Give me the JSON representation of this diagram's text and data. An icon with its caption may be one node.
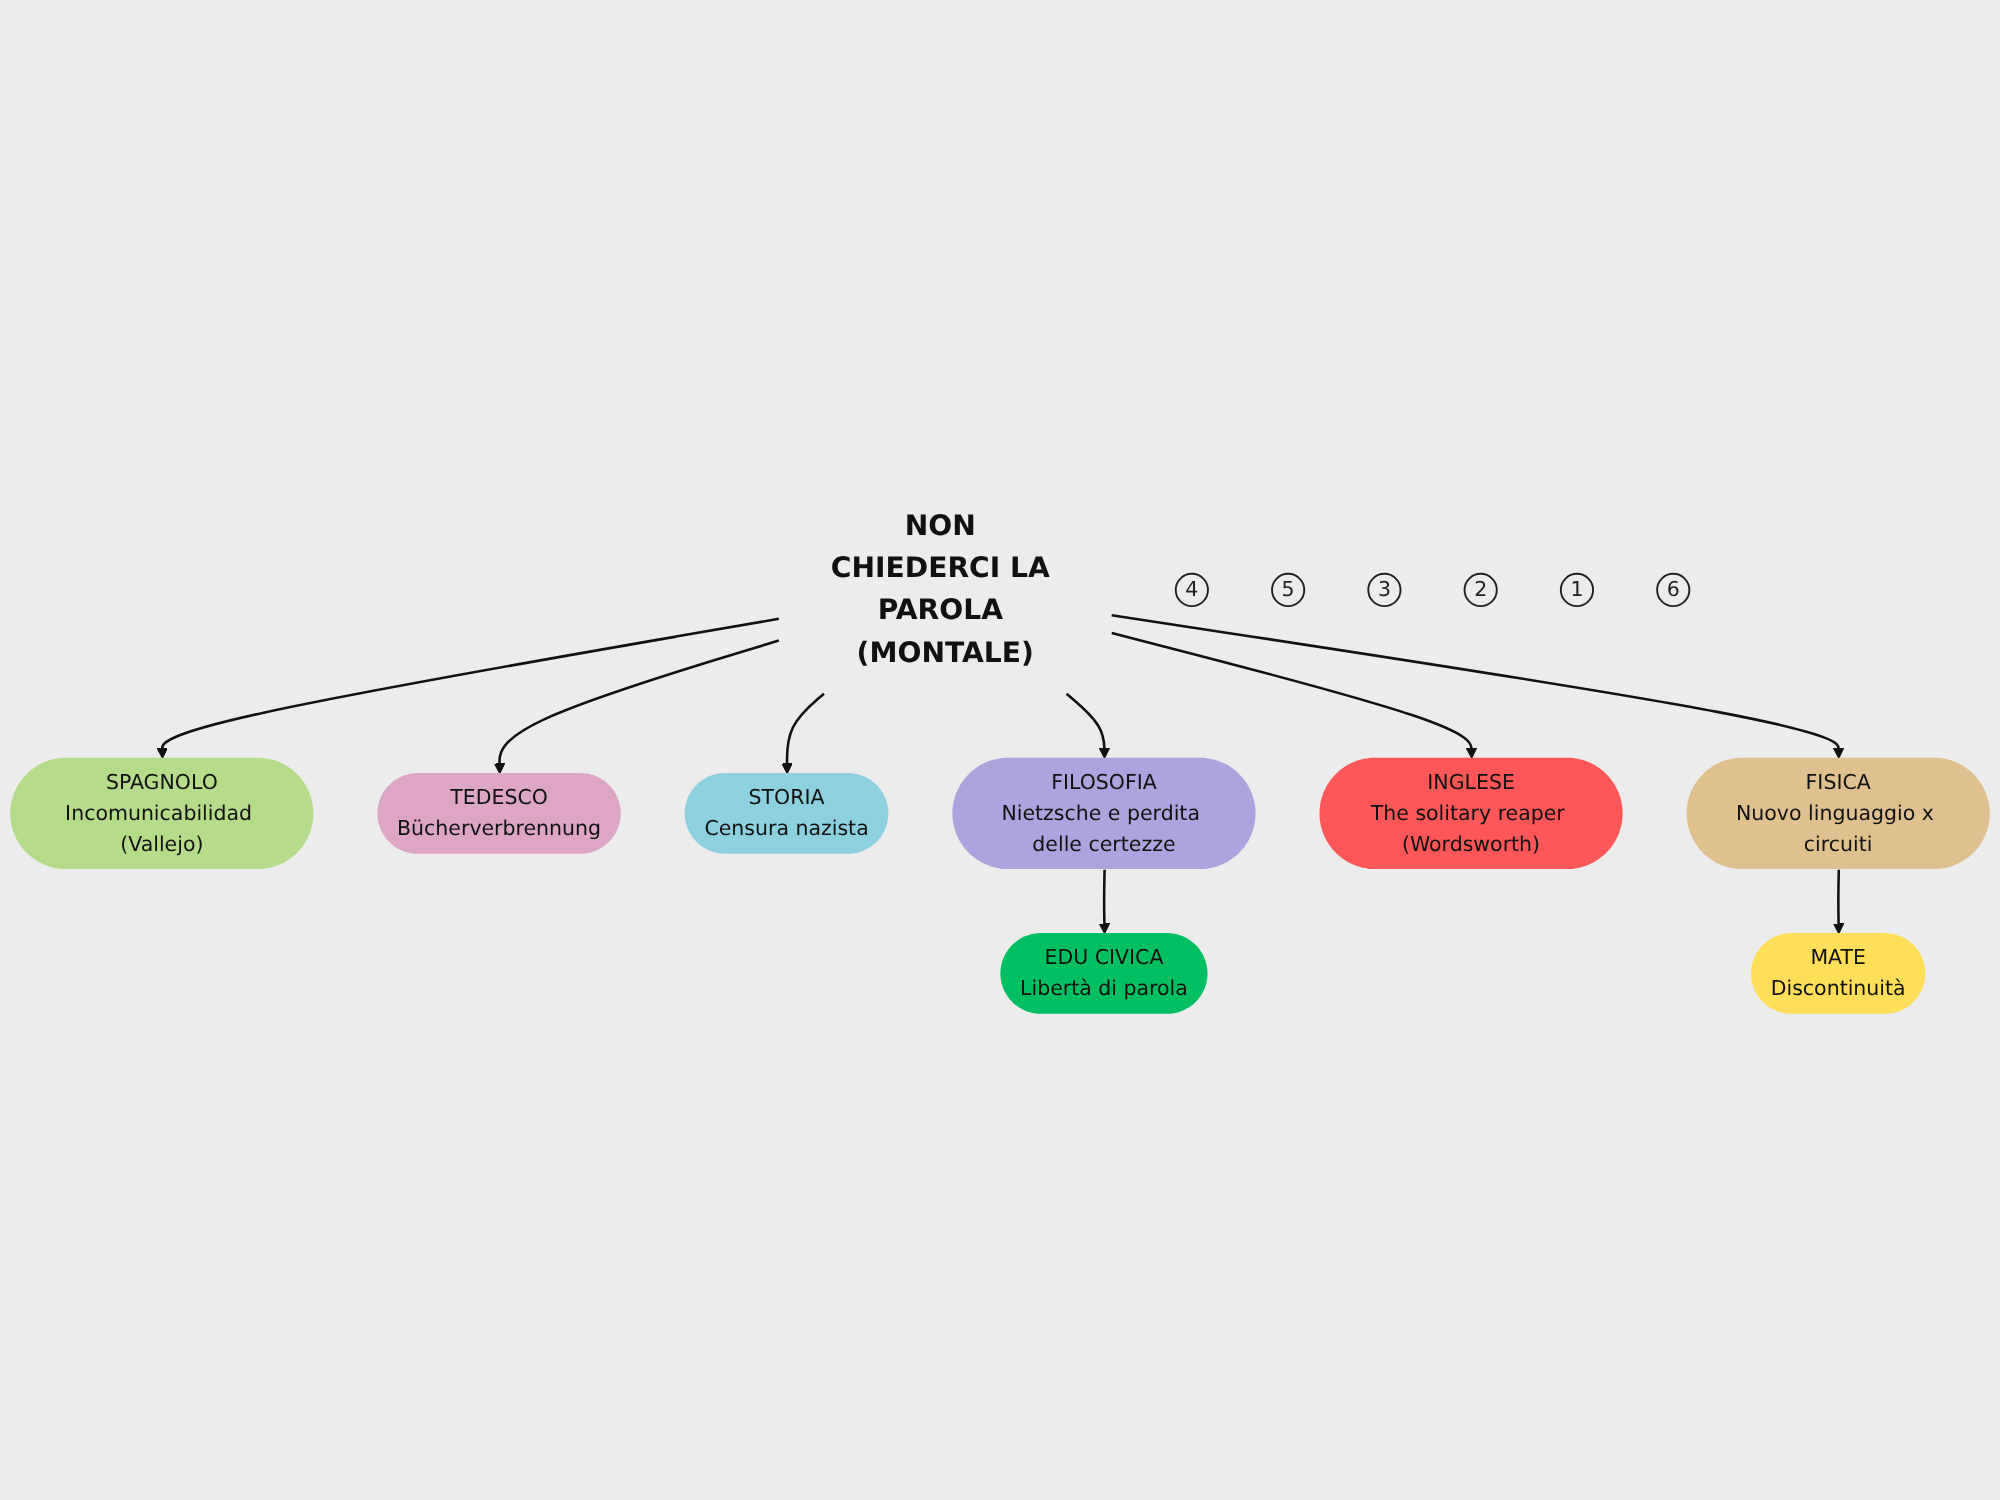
{
  "diagram": {
    "nodes": [
      {
        "text": [
          "NON CHIEDERCI LA PAROLA (MONTALE)"
        ]
      },
      {
        "text": [
          "4"
        ]
      },
      {
        "text": [
          "SPAGNOLO",
          "Incomunicabilidad (Vallejo)"
        ]
      },
      {
        "text": [
          "5"
        ]
      },
      {
        "text": [
          "TEDESCO",
          "Bücherverbrennung"
        ]
      },
      {
        "text": [
          "3"
        ]
      },
      {
        "text": [
          "STORIA",
          "Censura nazista"
        ]
      },
      {
        "text": [
          "2"
        ]
      },
      {
        "text": [
          "FILOSOFIA",
          "Nietzsche e perdita delle certezze"
        ]
      },
      {
        "text": [
          "1"
        ]
      },
      {
        "text": [
          "INGLESE",
          "The solitary reaper (Wordsworth)"
        ]
      },
      {
        "text": [
          "6"
        ]
      },
      {
        "text": [
          "FISICA",
          "Nuovo linguaggio x circuiti"
        ]
      },
      {
        "text": [
          "EDU CIVICA",
          "Libertà di parola"
        ]
      },
      {
        "text": [
          "MATE",
          "Discontinuità"
        ]
      }
    ],
    "edges": [
      {
        "from": 0,
        "to": 6,
        "arrow": "to"
      },
      {
        "from": 0,
        "to": 2,
        "arrow": "to"
      },
      {
        "from": 0,
        "to": 4,
        "arrow": "to"
      },
      {
        "from": 0,
        "to": 8,
        "arrow": "to"
      },
      {
        "from": 0,
        "to": 10,
        "arrow": "to"
      },
      {
        "from": 0,
        "to": 12,
        "arrow": "to"
      },
      {
        "from": 8,
        "to": 13,
        "arrow": "to"
      },
      {
        "from": 12,
        "to": 14,
        "arrow": "to"
      }
    ]
  }
}
